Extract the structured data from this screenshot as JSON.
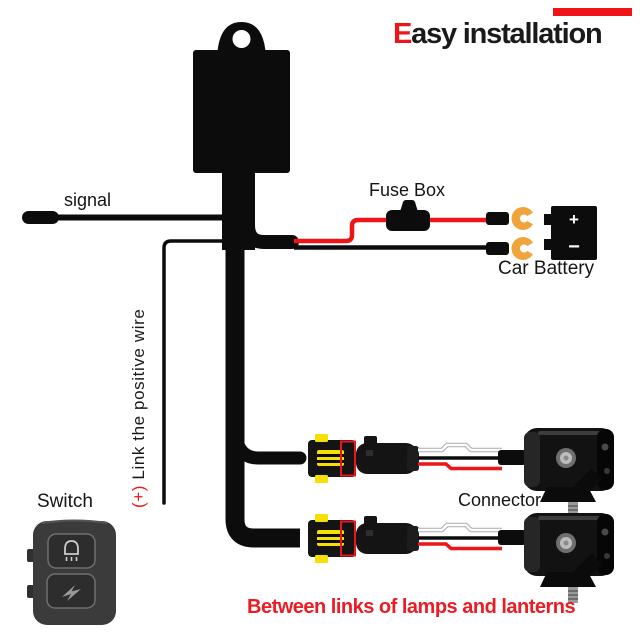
{
  "title": {
    "accent_letter": "E",
    "rest": "asy installation"
  },
  "labels": {
    "signal": "signal",
    "fuse_box": "Fuse Box",
    "car_battery": "Car Battery",
    "switch": "Switch",
    "connector": "Connector",
    "bottom_note": "Between links of lamps and lanterns",
    "positive_wire_prefix": "(+)",
    "positive_wire_text": " Link the positive wire"
  },
  "battery": {
    "plus_symbol": "+",
    "minus_symbol": "−"
  },
  "colors": {
    "accent_red": "#EE1518",
    "bottom_note_red": "#ED1C24",
    "wire_black": "#0C0C0C",
    "wire_white": "#FFFFFF",
    "pin_yellow": "#F5E003",
    "terminal_orange": "#F0A53C",
    "switch_gray": "#3B3B3B",
    "text_black": "#1A1A1A",
    "background": "#FFFFFF"
  },
  "icons": {
    "switch_top_button": "headlight-icon",
    "switch_bottom_button": "lightning-icon",
    "control_box_tab": "mounting-hole-icon"
  }
}
